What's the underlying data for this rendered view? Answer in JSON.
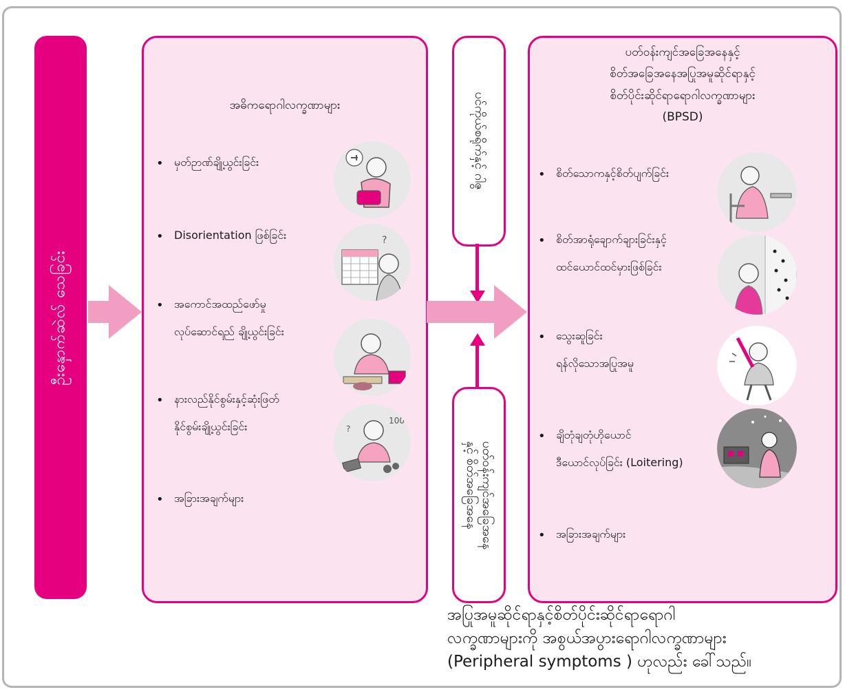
{
  "left_bar": {
    "label": "ဦးနှောက်ဆဲလ် သေခြင်း"
  },
  "core_panel": {
    "title": "အဓိကရောဂါလက္ခဏာများ",
    "items": [
      {
        "line1": "မှတ်ဉာဏ်ချို့ယွင်းခြင်း",
        "line2": ""
      },
      {
        "line1": "Disorientation ဖြစ်ခြင်း",
        "line2": ""
      },
      {
        "line1": "အကောင်အထည်ဖော်မှု",
        "line2": "လုပ်ဆောင်ရည် ချို့ယွင်းခြင်း"
      },
      {
        "line1": "နားလည်နိုင်စွမ်းနှင့်ဆုံးဖြတ်",
        "line2": "နိုင်စွမ်းချို့ယွင်းခြင်း"
      },
      {
        "line1": "အခြားအချက်များ",
        "line2": ""
      }
    ],
    "illustrations": [
      "person-searching-bag-illustration",
      "calendar-confused-illustration",
      "cooking-trouble-illustration",
      "money-confusion-illustration"
    ]
  },
  "factor_top": {
    "text": "ပင်ကိုယ်စရိုက်နှင့် ဂါဇွ"
  },
  "factor_bottom": {
    "line1": "ပတ်ဝန်းကျင်အခြေအနေ",
    "line2": "နှင့် စိတ်အခြေအနေ"
  },
  "bpsd_panel": {
    "title_lines": [
      "ပတ်ဝန်းကျင်အခြေအနေနှင့်",
      "စိတ်အခြေအနေအပြုအမူဆိုင်ရာနှင့်",
      "စိတ်ပိုင်းဆိုင်ရာရောဂါလက္ခဏာများ",
      "(BPSD)"
    ],
    "items": [
      {
        "line1": "စိတ်သောကနှင့်စိတ်ပျက်ခြင်း",
        "line2": ""
      },
      {
        "line1": "စိတ်အာရုံချောက်ချားခြင်းနှင့်",
        "line2": "ထင်ယောင်ထင်မှားဖြစ်ခြင်း"
      },
      {
        "line1": "သွေးဆူခြင်း",
        "line2": "ရန်လိုသောအပြုအမူ"
      },
      {
        "line1": "ချိတုံချတုံဟိုယောင်",
        "line2": "ဒီယောင်လုပ်ခြင်း (Loitering)"
      },
      {
        "line1": "အခြားအချက်များ",
        "line2": ""
      }
    ],
    "illustrations": [
      "depressed-person-illustration",
      "hallucination-bugs-illustration",
      "angry-man-stick-illustration",
      "wandering-night-illustration"
    ]
  },
  "bullet_symbol": "•",
  "bottom_note": {
    "lines": [
      "အပြုအမူဆိုင်ရာနှင့်စိတ်ပိုင်းဆိုင်ရာရောဂါ",
      "လက္ခဏာများကို အစွယ်အပွားရောဂါလက္ခဏာများ",
      "(Peripheral symptoms ) ဟုလည်း ခေါ်သည်။"
    ]
  },
  "colors": {
    "accent": "#e4007f",
    "panel_fill": "#fbe4ef",
    "arrow": "#f19ec2",
    "frame": "#b5b5b5"
  }
}
